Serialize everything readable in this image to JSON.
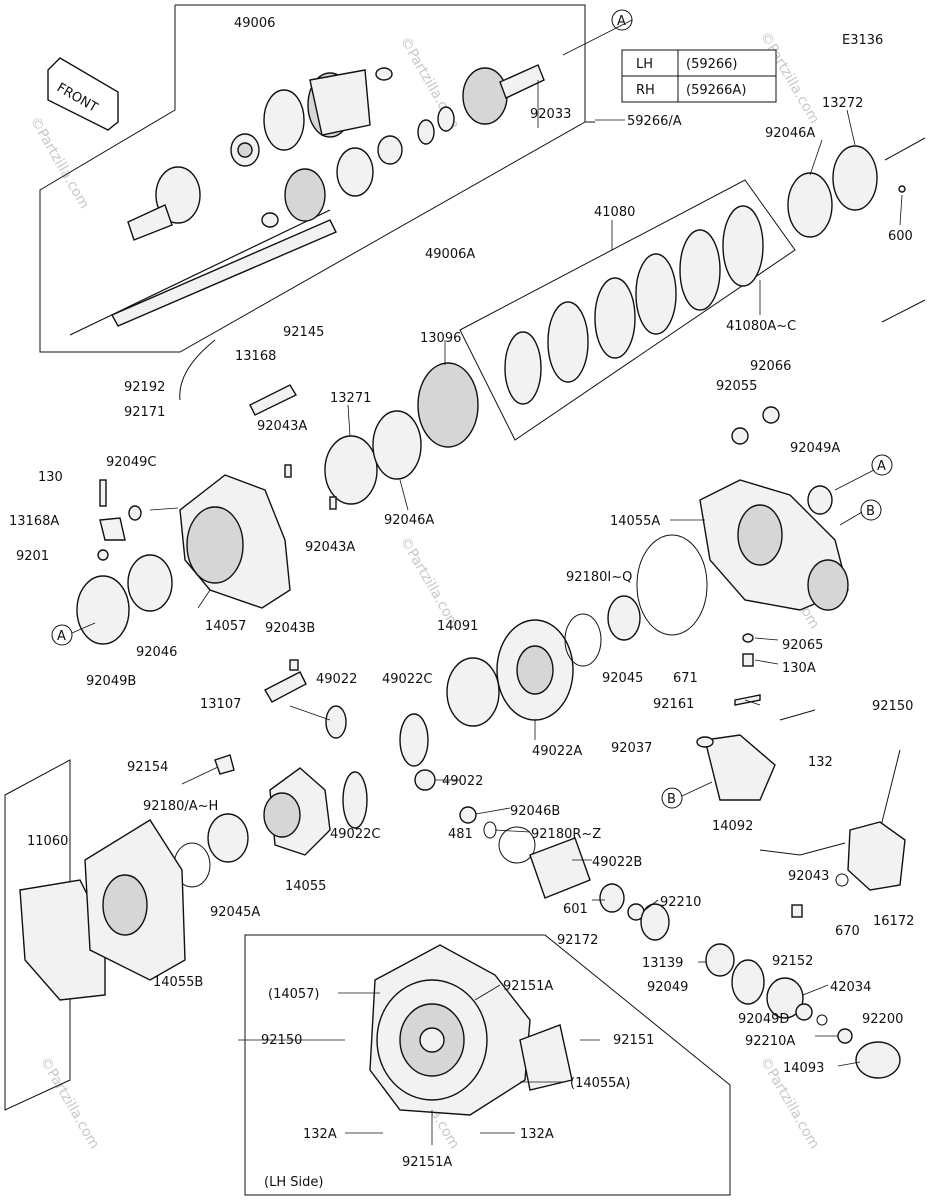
{
  "diagram_code": "E3136",
  "front_label": "FRONT",
  "watermark": "©Partzilla.com",
  "table": {
    "rows": [
      {
        "side": "LH",
        "part": "(59266)"
      },
      {
        "side": "RH",
        "part": "(59266A)"
      }
    ]
  },
  "callouts": {
    "A": "A",
    "B": "B"
  },
  "inset_caption": "(LH Side)",
  "labels": {
    "l49006": "49006",
    "l92033": "92033",
    "l59266A": "59266/A",
    "l49006A": "49006A",
    "l13272": "13272",
    "l92046A_top": "92046A",
    "l600": "600",
    "l41080": "41080",
    "l41080AC": "41080A~C",
    "l92145": "92145",
    "l13168": "13168",
    "l92192": "92192",
    "l92171": "92171",
    "l13096": "13096",
    "l13271": "13271",
    "l92043A_1": "92043A",
    "l92066": "92066",
    "l92055": "92055",
    "l92049A": "92049A",
    "l130": "130",
    "l92049C": "92049C",
    "l13168A": "13168A",
    "l9201x": "9201",
    "l92046A_mid": "92046A",
    "l92043A_2": "92043A",
    "l14055A": "14055A",
    "l92180IQ": "92180I~Q",
    "l92046": "92046",
    "l14057": "14057",
    "l92049B": "92049B",
    "l14091": "14091",
    "l92065": "92065",
    "l130A": "130A",
    "l92045": "92045",
    "l671": "671",
    "l92043B": "92043B",
    "l49022_a": "49022",
    "l49022C_a": "49022C",
    "l13107": "13107",
    "l49022A": "49022A",
    "l92161": "92161",
    "l92150_a": "92150",
    "l92037": "92037",
    "l132": "132",
    "l92154": "92154",
    "l49022_b": "49022",
    "l92180AH": "92180/A~H",
    "l92046B": "92046B",
    "l49022C_b": "49022C",
    "l481": "481",
    "l92180RZ": "92180R~Z",
    "l14092": "14092",
    "l11060": "11060",
    "l14055": "14055",
    "l49022B": "49022B",
    "l92045A": "92045A",
    "l601": "601",
    "l92210": "92210",
    "l92043": "92043",
    "l670": "670",
    "l16172": "16172",
    "l92172": "92172",
    "l14055B": "14055B",
    "l13139": "13139",
    "l92152": "92152",
    "l92049": "92049",
    "l42034": "42034",
    "l14057p": "(14057)",
    "l92151A_top": "92151A",
    "l92049D": "92049D",
    "l92200": "92200",
    "l92150_b": "92150",
    "l92151": "92151",
    "l92210A": "92210A",
    "l14093": "14093",
    "l14055Ap": "(14055A)",
    "l132A_l": "132A",
    "l132A_r": "132A",
    "l92151A_bot": "92151A"
  }
}
